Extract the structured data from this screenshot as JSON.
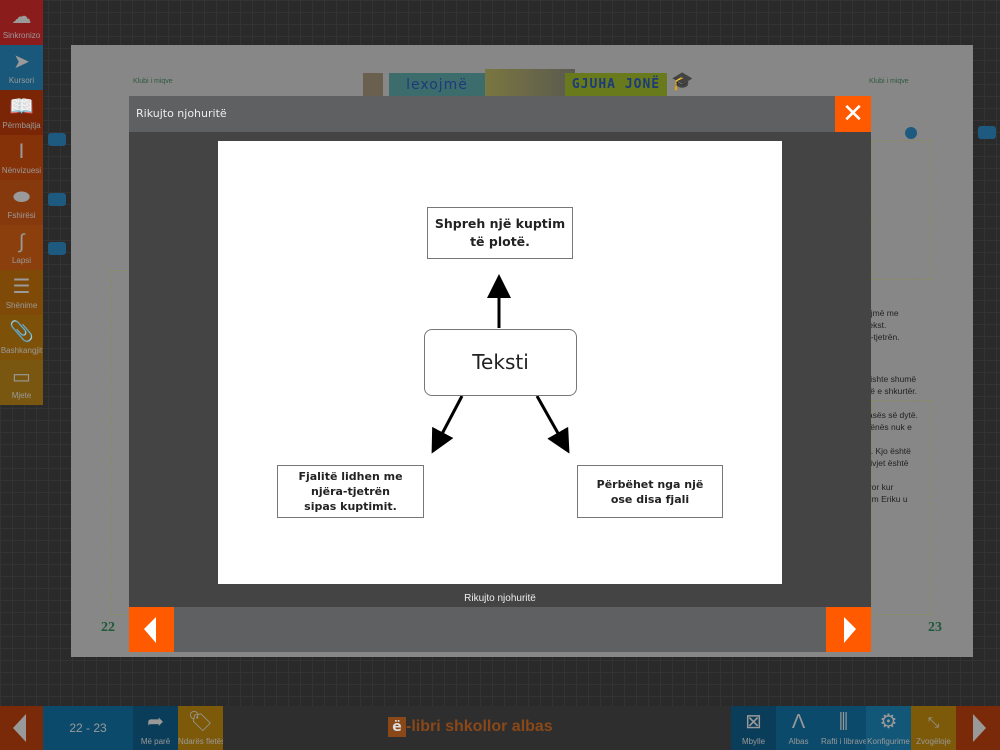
{
  "left_toolbar": [
    {
      "label": "Sinkronizo",
      "icon": "cloud-icon",
      "color": "#8b1c1c"
    },
    {
      "label": "Kursori",
      "icon": "cursor-icon",
      "color": "#19587a"
    },
    {
      "label": "Përmbajtja",
      "icon": "book-icon",
      "color": "#7a2606"
    },
    {
      "label": "Nënvizuesi",
      "icon": "highlighter-icon",
      "color": "#853208"
    },
    {
      "label": "Fshirësi",
      "icon": "eraser-icon",
      "color": "#87390e"
    },
    {
      "label": "Lapsi",
      "icon": "pencil-icon",
      "color": "#8a3f0c"
    },
    {
      "label": "Shënime",
      "icon": "notes-icon",
      "color": "#7f4a08"
    },
    {
      "label": "Bashkangjit",
      "icon": "paperclip-icon",
      "color": "#7d5208"
    },
    {
      "label": "Mjete",
      "icon": "window-icon",
      "color": "#7a5710"
    }
  ],
  "book": {
    "left_header": "Klubi i miqve",
    "right_header": "Klubi i miqve",
    "banner_left": "lexojmë",
    "banner_right": "GJUHA JONË",
    "left_page_number": "22",
    "right_page_number": "23",
    "right_fragments": [
      "ajmë me",
      "tekst.",
      "a-tjetrën.",
      "kishte shumë",
      "itë e shkurtër.",
      "lasës së dytë.",
      "xënës nuk e",
      "e. Kjo është",
      "sivjet është",
      "Por kur",
      "llim Eriku u"
    ]
  },
  "modal": {
    "title": "Rikujto njohuritë",
    "caption": "Rikujto njohuritë",
    "close_icon": "close-icon",
    "accent": "#ff5a00",
    "diagram": {
      "center": "Teksti",
      "top": [
        "Shpreh një kuptim",
        "të plotë."
      ],
      "left": [
        "Fjalitë lidhen me",
        "njëra-tjetrën",
        "sipas kuptimit."
      ],
      "right": [
        "Përbëhet nga një",
        "ose disa fjali"
      ]
    }
  },
  "bottom_bar": {
    "page_range": "22 - 23",
    "back_label": "Më parë",
    "bookmark_label": "Ndarës fletësh",
    "logo_text": "-libri shkollor albas",
    "close_label": "Mbylle",
    "albas_label": "Albas",
    "shelf_label": "Rafti i librave",
    "settings_label": "Konfigurime",
    "zoom_out_label": "Zvogëloje"
  }
}
